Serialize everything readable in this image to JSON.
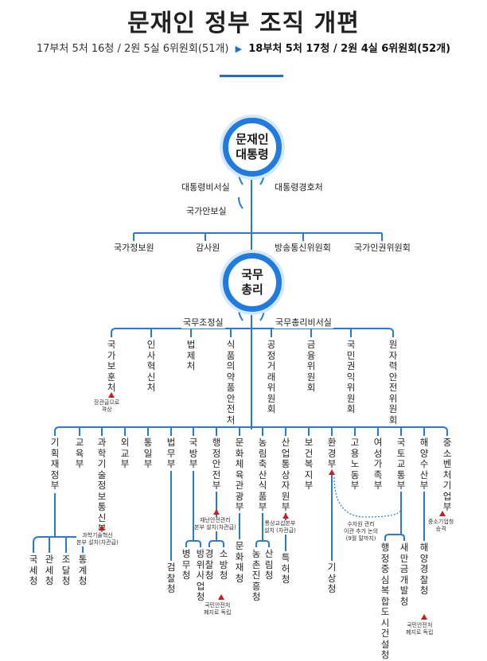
{
  "header": {
    "title": "문재인 정부 조직 개편",
    "before": "17부처 5처 16청 / 2원 5실 6위원회(51개)",
    "after": "18부처 5처 17청 / 2원 4실 6위원회(52개)"
  },
  "president": {
    "label": "문재인\n대통령",
    "offices": [
      "대통령비서실",
      "대통령경호처",
      "국가안보실"
    ]
  },
  "agencies": [
    "국가정보원",
    "감사원",
    "방송통신위원회",
    "국가인권위원회"
  ],
  "premier": {
    "label": "국무\n총리",
    "offices": [
      "국무조정실",
      "국무총리비서실"
    ]
  },
  "pm_bodies": [
    "국가보훈처",
    "인사혁신처",
    "법제처",
    "식품의약품안전처",
    "공정거래위원회",
    "금융위원회",
    "국민권익위원회",
    "원자력안전위원회"
  ],
  "ministries": [
    "기획재정부",
    "교육부",
    "과학기술정보통신부",
    "외교부",
    "통일부",
    "법무부",
    "국방부",
    "행정안전부",
    "문화체육관광부",
    "농림축산식품부",
    "산업통상자원부",
    "보건복지부",
    "환경부",
    "고용노동부",
    "여성가족부",
    "국토교통부",
    "해양수산부",
    "중소벤처기업부"
  ],
  "agencies_under": [
    "국세청",
    "관세청",
    "조달청",
    "통계청",
    "검찰청",
    "병무청",
    "방위사업청",
    "경찰청",
    "소방청",
    "문화재청",
    "농촌진흥청",
    "산림청",
    "특허청",
    "기상청",
    "행정중심복합도시건설청",
    "새만금개발청",
    "해양경찰청"
  ],
  "notes": {
    "bohun": "장관급으로\n격상",
    "science": "과학기술혁신\n본부 설치(차관급)",
    "safety": "재난안전관리\n본부 설치(차관급)",
    "sobang": "국민안전처\n폐지로 독립",
    "sanup": "통상교섭본부\n설치 (차관급)",
    "water": "수자원 관리\n이관 추가 논의\n(9월 말까지)",
    "sme": "중소기업청\n승격",
    "coast": "국민안전처\n폐지로 독립"
  },
  "colors": {
    "accent": "#1f7be0",
    "line": "#1f6fc8",
    "mark": "#c81e1e"
  }
}
